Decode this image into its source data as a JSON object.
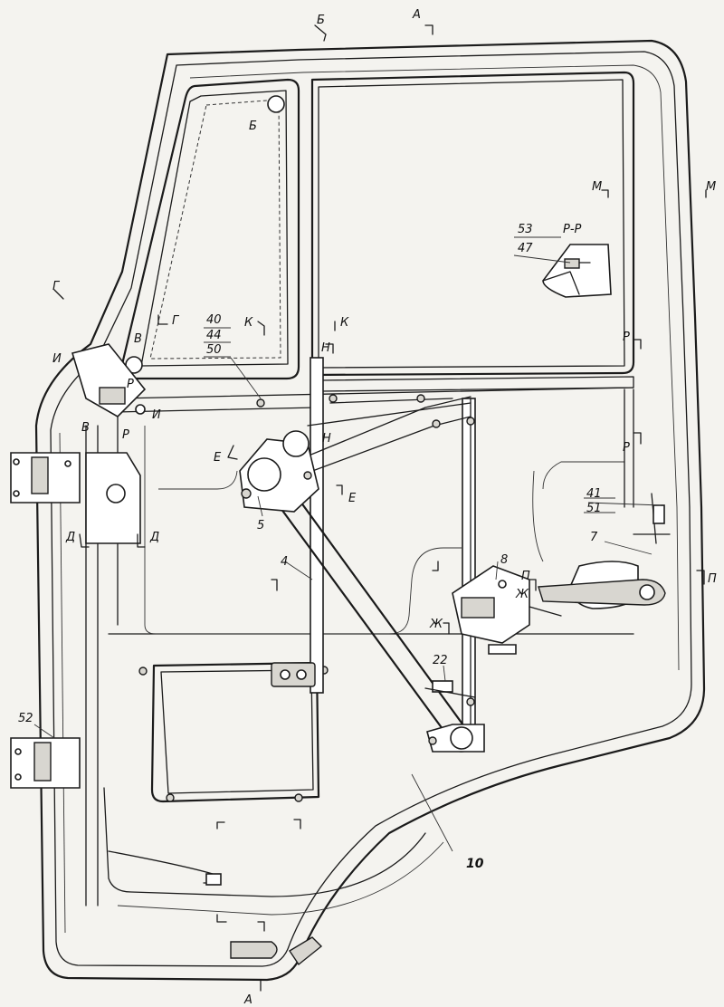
{
  "diagram": {
    "callouts": {
      "c4": "4",
      "c5": "5",
      "c7": "7",
      "c8": "8",
      "c10": "10",
      "c22": "22",
      "c40": "40",
      "c41": "41",
      "c44": "44",
      "c47": "47",
      "c50": "50",
      "c51": "51",
      "c52": "52",
      "c53": "53"
    },
    "section_title": "Р-Р",
    "section_marks": {
      "a_top": "А",
      "a_bottom": "А",
      "b_top": "Б",
      "b_window": "Б",
      "v_left": "В",
      "v_lower": "В",
      "g_left": "Г",
      "g_mid": "Г",
      "d_left": "Д",
      "d_right": "Д",
      "e_left": "Е",
      "e_right": "Е",
      "zh_left": "Ж",
      "zh_right": "Ж",
      "i_left": "И",
      "i_right": "И",
      "k_left": "К",
      "k_right": "К",
      "m_left": "М",
      "m_right": "М",
      "n_top": "Н",
      "n_mid": "Н",
      "p_left": "П",
      "p_right": "П",
      "r_a": "Р",
      "r_b": "Р",
      "r_c": "Р",
      "r_d": "Р"
    }
  }
}
